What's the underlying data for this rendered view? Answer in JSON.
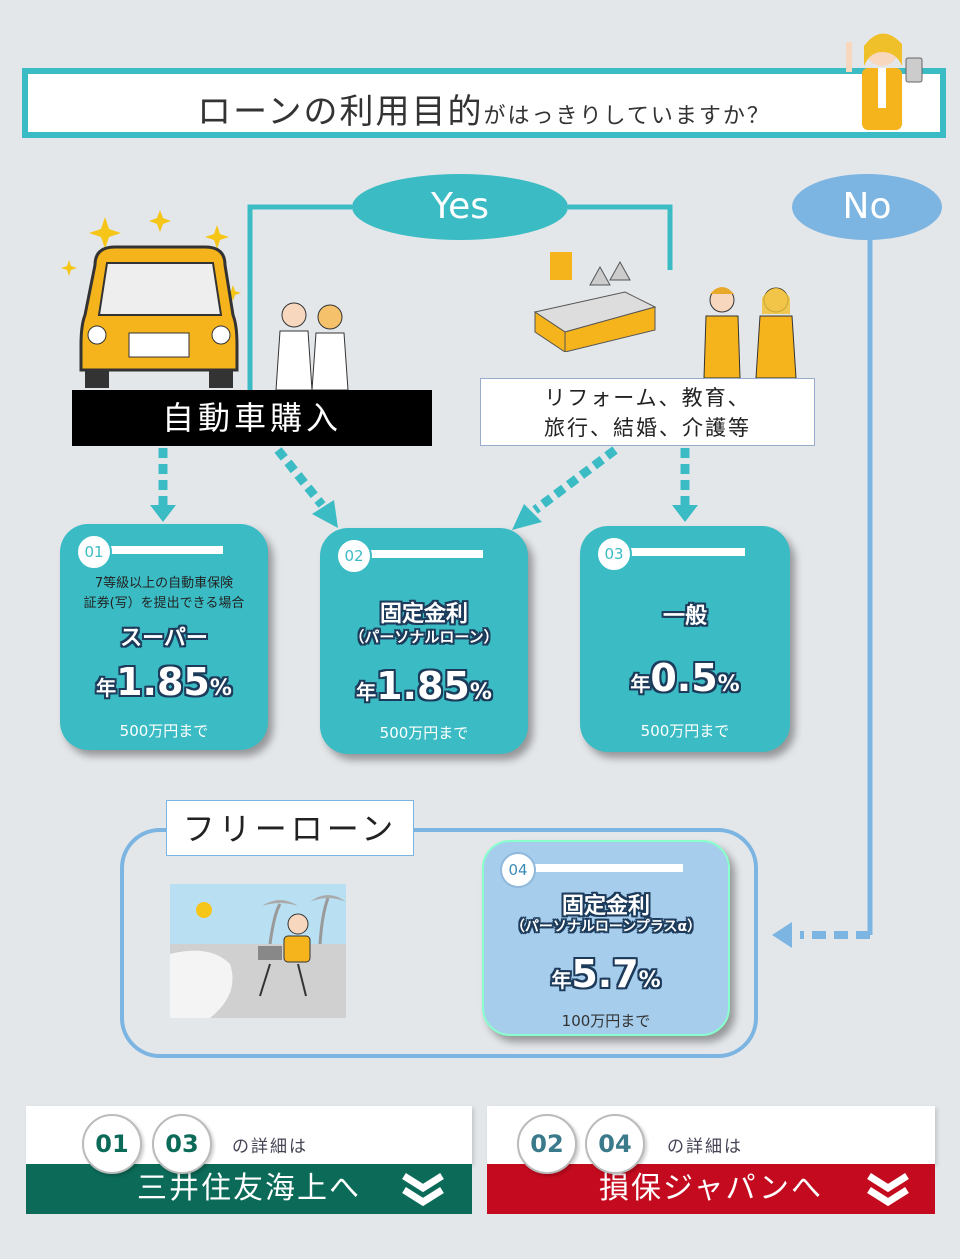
{
  "header": {
    "question_main": "ローンの利用目的",
    "question_rest": "がはっきりしていますか？"
  },
  "branches": {
    "yes": "Yes",
    "no": "No"
  },
  "purposes": {
    "car": "自動車購入",
    "other_line1": "リフォーム、教育、",
    "other_line2": "旅行、結婚、介護等"
  },
  "cards": [
    {
      "num": "01",
      "condition_line1": "7等級以上の自動車保険",
      "condition_line2": "証券(写）を提出できる場合",
      "name": "スーパー",
      "rate_prefix": "年",
      "rate": "1.85",
      "rate_unit": "%",
      "limit": "500万円まで"
    },
    {
      "num": "02",
      "name": "固定金利",
      "sub_name": "（パーソナルローン）",
      "rate_prefix": "年",
      "rate": "1.85",
      "rate_unit": "%",
      "limit": "500万円まで"
    },
    {
      "num": "03",
      "name": "一般",
      "rate_prefix": "年",
      "rate": "0.5",
      "rate_unit": "%",
      "limit": "500万円まで"
    },
    {
      "num": "04",
      "name": "固定金利",
      "sub_name": "（パーソナルローンプラスα）",
      "rate_prefix": "年",
      "rate": "5.7",
      "rate_unit": "%",
      "limit": "100万円まで"
    }
  ],
  "free_loan": {
    "label": "フリーローン"
  },
  "banners": [
    {
      "badges": [
        "01",
        "03"
      ],
      "detail_text": "の詳細は",
      "link_label": "三井住友海上へ",
      "color": "#0b6b58"
    },
    {
      "badges": [
        "02",
        "04"
      ],
      "detail_text": "の詳細は",
      "link_label": "損保ジャパンへ",
      "color": "#c40a1e"
    }
  ],
  "colors": {
    "teal": "#3bbcc4",
    "sky": "#7cb4e2",
    "car_yellow": "#f5b41c"
  },
  "icons": [
    "sparkle-icon",
    "car-illustration",
    "couple-illustration",
    "kitchen-illustration",
    "students-illustration",
    "beach-illustration",
    "woman-illustration",
    "chevron-down-icon"
  ]
}
